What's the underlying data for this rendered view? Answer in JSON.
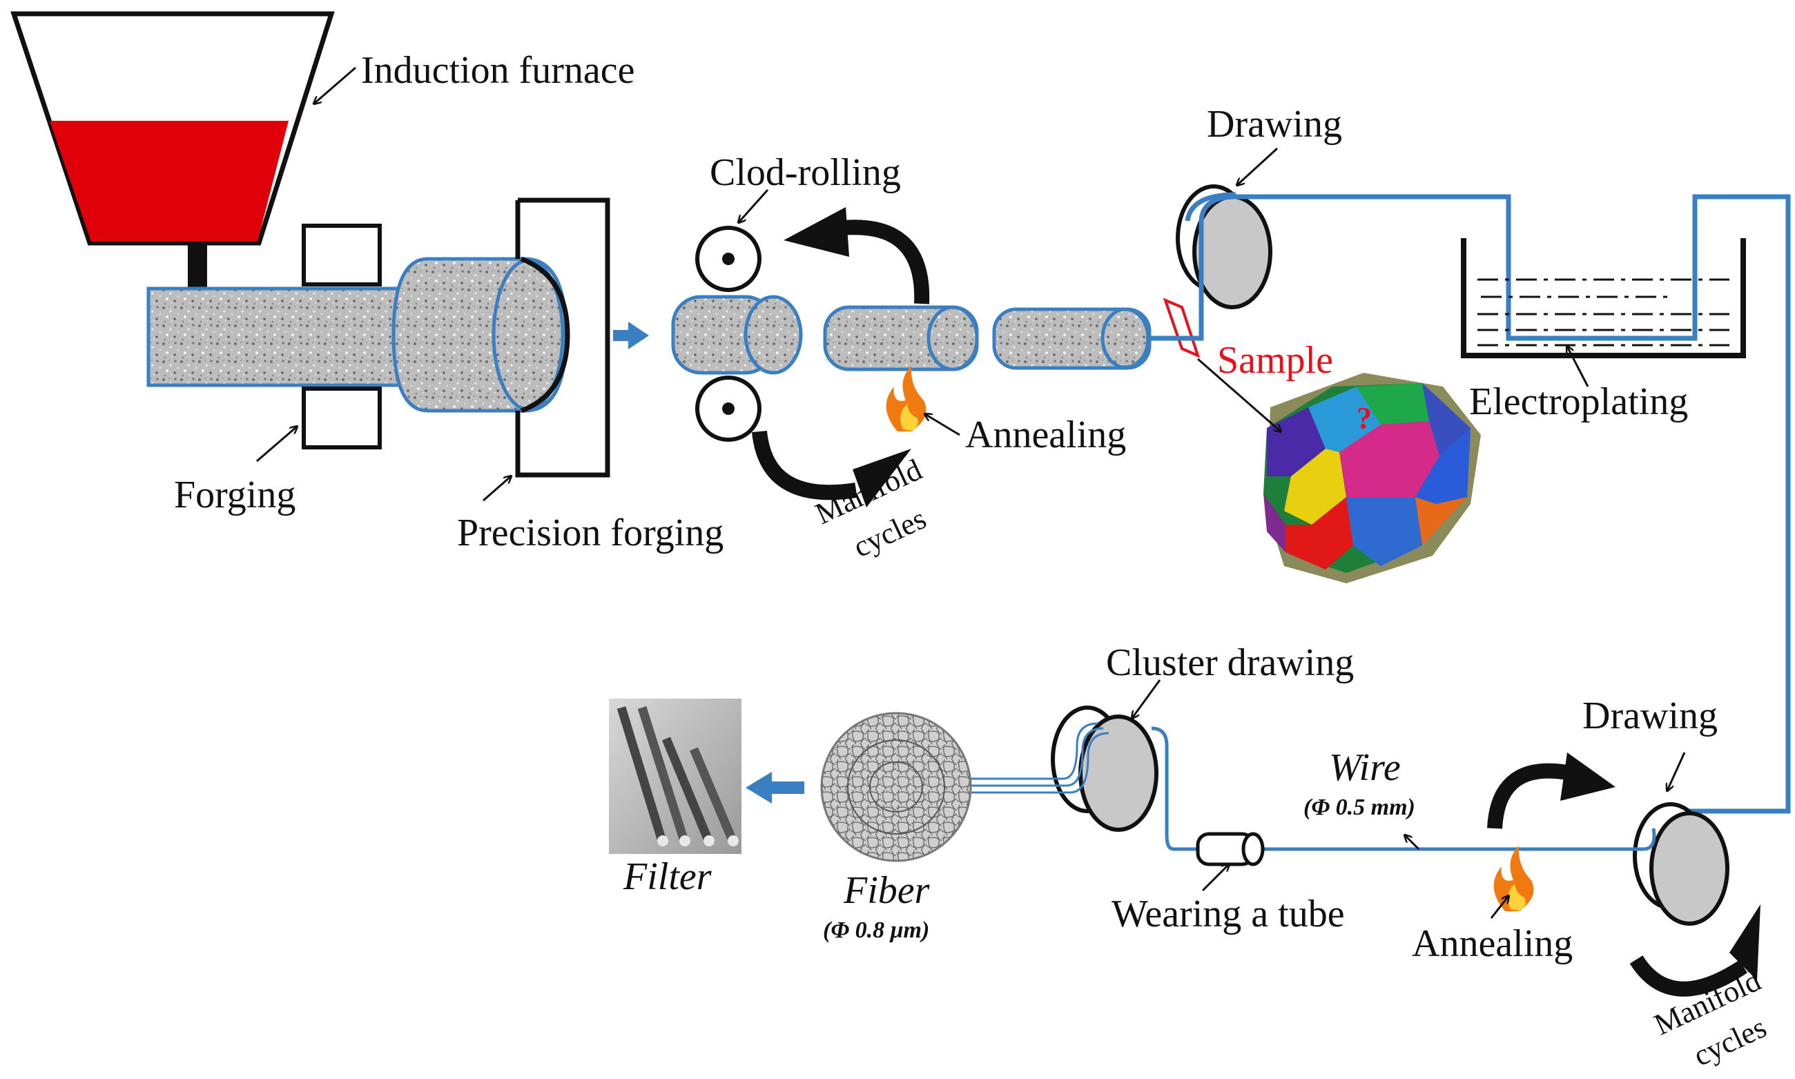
{
  "labels": {
    "induction_furnace": "Induction furnace",
    "forging": "Forging",
    "precision_forging": "Precision forging",
    "clod_rolling": "Clod-rolling",
    "annealing_top": "Annealing",
    "manifold_top_line1": "Manifold",
    "manifold_top_line2": "cycles",
    "drawing_top": "Drawing",
    "sample": "Sample",
    "question_mark": "?",
    "electroplating": "Electroplating",
    "cluster_drawing": "Cluster drawing",
    "drawing_bottom": "Drawing",
    "wire": "Wire",
    "wire_dia": "(Φ 0.5 mm)",
    "wearing_tube": "Wearing a tube",
    "annealing_bottom": "Annealing",
    "manifold_bottom_line1": "Manifold",
    "manifold_bottom_line2": "cycles",
    "fiber": "Fiber",
    "fiber_dia": "(Φ 0.8 μm)",
    "filter": "Filter"
  },
  "colors": {
    "melt": "#e0000a",
    "rod_outline": "#3a7fc1",
    "wire_line": "#3a7fc1",
    "sample_text": "#e8101a",
    "roller_fill": "#c8c8c8"
  }
}
